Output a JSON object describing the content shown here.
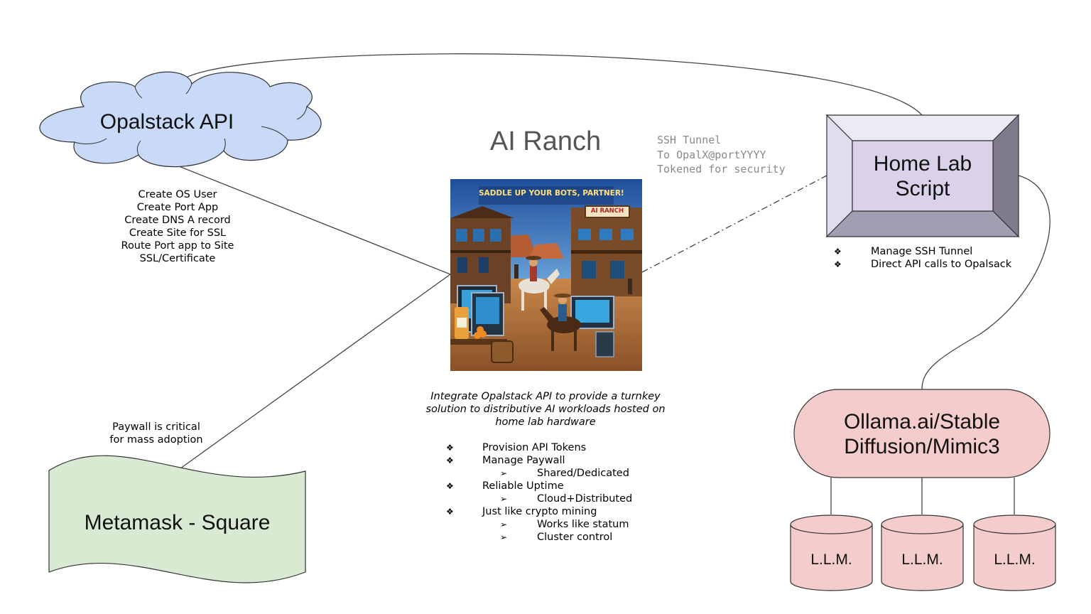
{
  "nodes": {
    "opalstack_api": {
      "label": "Opalstack API",
      "color": "#c9daf8"
    },
    "metamask_square": {
      "label": "Metamask - Square",
      "color": "#d9ead3"
    },
    "home_lab_script": {
      "label": "Home Lab\nScript",
      "color": "#d9d2e9"
    },
    "ollama": {
      "label": "Ollama.ai/Stable\nDiffusion/Mimic3",
      "color": "#f4cccc"
    },
    "llm_dbs": [
      {
        "label": "L.L.M."
      },
      {
        "label": "L.L.M."
      },
      {
        "label": "L.L.M."
      }
    ]
  },
  "ai_ranch": {
    "title": "AI Ranch",
    "image": {
      "banner_text": "SADDLE UP YOUR BOTS, PARTNER!",
      "sign_text": "AI RANCH"
    },
    "description": "Integrate Opalstack API to provide a turnkey solution to distributive AI workloads hosted on home lab hardware",
    "bullets": [
      {
        "level": 1,
        "text": "Provision API Tokens"
      },
      {
        "level": 1,
        "text": "Manage Paywall"
      },
      {
        "level": 2,
        "text": "Shared/Dedicated"
      },
      {
        "level": 1,
        "text": "Reliable Uptime"
      },
      {
        "level": 2,
        "text": "Cloud+Distributed"
      },
      {
        "level": 1,
        "text": "Just like crypto mining"
      },
      {
        "level": 2,
        "text": "Works like statum"
      },
      {
        "level": 2,
        "text": "Cluster control"
      }
    ]
  },
  "opalstack_steps": [
    "Create OS User",
    "Create Port App",
    "Create DNS A record",
    "Create Site for SSL",
    "Route Port app to Site",
    "SSL/Certificate"
  ],
  "paywall_note": [
    "Paywall is critical",
    "for mass adoption"
  ],
  "ssh_note": [
    "SSH Tunnel",
    "To OpalX@portYYYY",
    "Tokened for security"
  ],
  "home_lab_bullets": [
    {
      "level": 1,
      "text": "Manage SSH Tunnel"
    },
    {
      "level": 1,
      "text": "Direct API calls to Opalsack"
    }
  ],
  "bullet_symbols": {
    "level1": "❖",
    "level2": "➢"
  }
}
